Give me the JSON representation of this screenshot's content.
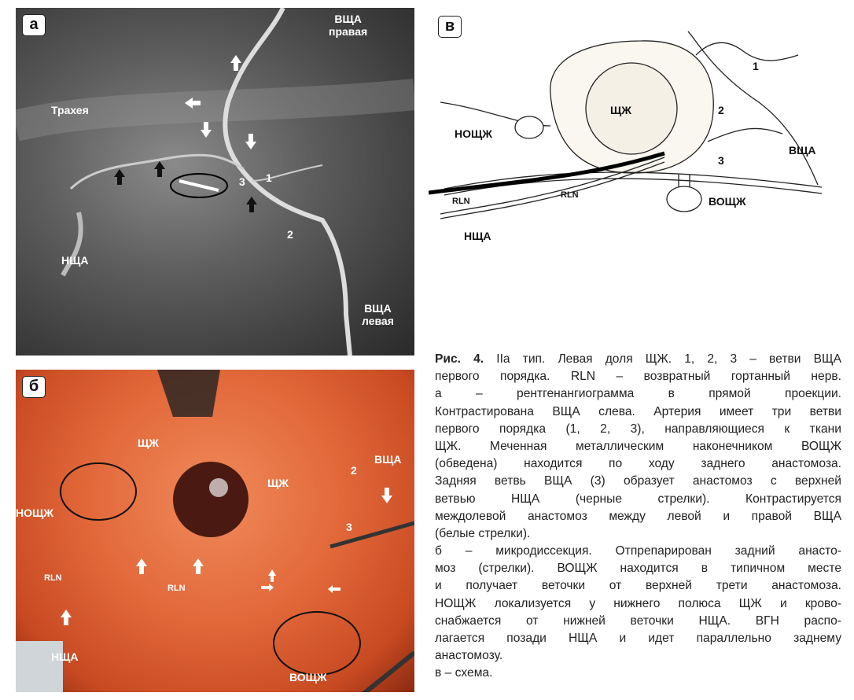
{
  "panel_a": {
    "tag": "а",
    "labels": {
      "vshcha_right": "ВЩА\nправая",
      "trachea": "Трахея",
      "nshcha": "НЩА",
      "vshcha_left": "ВЩА\nлевая",
      "n1": "1",
      "n2": "2",
      "n3": "3"
    }
  },
  "panel_b": {
    "tag": "б",
    "labels": {
      "shchzh1": "ЩЖ",
      "shchzh2": "ЩЖ",
      "noshchzh": "НОЩЖ",
      "vshcha": "ВЩА",
      "n2": "2",
      "n3": "3",
      "rln1": "RLN",
      "rln2": "RLN",
      "nshcha": "НЩА",
      "voshchzh": "ВОЩЖ"
    }
  },
  "panel_c": {
    "tag": "в",
    "labels": {
      "shchzh": "ЩЖ",
      "noshchzh": "НОЩЖ",
      "vshcha": "ВЩА",
      "voshchzh": "ВОЩЖ",
      "nshcha": "НЩА",
      "rln1": "RLN",
      "rln2": "RLN",
      "n1": "1",
      "n2": "2",
      "n3": "3"
    }
  },
  "caption": {
    "title": "Рис. 4.",
    "lines": [
      "IIa тип. Левая доля ЩЖ. 1, 2, 3 – ветви ВЩА",
      "первого порядка. RLN – возвратный гортанный нерв.",
      "а – рентгенангиограмма в прямой проекции.",
      "Контрастирована ВЩА слева. Артерия имеет три ветви",
      "первого порядка (1, 2, 3), направляющиеся к ткани",
      "ЩЖ. Меченная металлическим наконечником ВОЩЖ",
      "(обведена) находится по ходу заднего анастомоза.",
      "Задняя ветвь ВЩА (3) образует анастомоз с верхней",
      "ветвью НЩА (черные стрелки). Контрастируется",
      "междолевой анастомоз между левой и правой ВЩА",
      "(белые стрелки).",
      "б – микродиссекция. Отпрепарирован задний анасто-",
      "моз (стрелки). ВОЩЖ находится в типичном месте",
      "и получает веточки от верхней трети анастомоза.",
      "НОЩЖ локализуется у нижнего полюса ЩЖ и крово-",
      "снабжается от нижней веточки НЩА. ВГН распо-",
      "лагается позади НЩА и идет параллельно заднему",
      "анастомозу.",
      "в – схема."
    ]
  }
}
